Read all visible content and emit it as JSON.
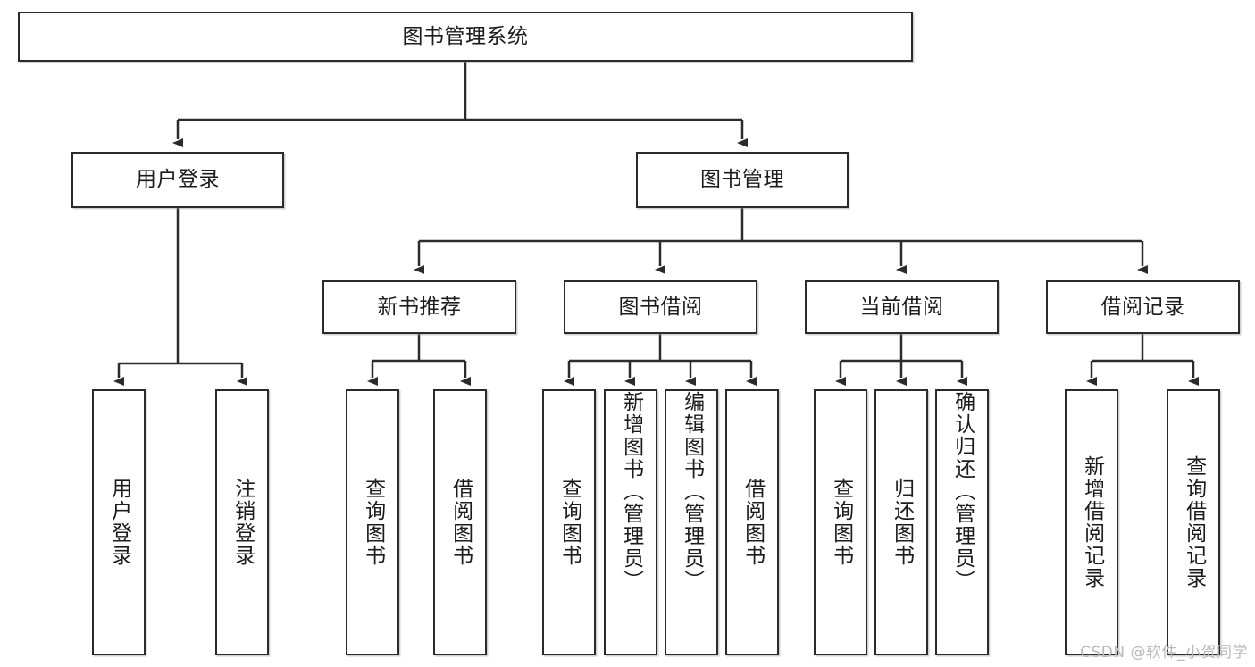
{
  "diagram": {
    "title": "图书管理系统",
    "watermark": "CSDN @软件_小贺同学",
    "colors": {
      "background": "#ffffff",
      "border": "#2b2b2b",
      "text": "#1c1c1c",
      "connector": "#2b2b2b",
      "watermark": "#b9b9b9"
    },
    "root": {
      "label": "图书管理系统"
    },
    "level2": [
      {
        "label": "用户登录"
      },
      {
        "label": "图书管理"
      }
    ],
    "level3": [
      {
        "label": "新书推荐"
      },
      {
        "label": "图书借阅"
      },
      {
        "label": "当前借阅"
      },
      {
        "label": "借阅记录"
      }
    ],
    "leaves": {
      "user_login": [
        {
          "label": "用户登录"
        },
        {
          "label": "注销登录"
        }
      ],
      "new_book_recommend": [
        {
          "label": "查询图书"
        },
        {
          "label": "借阅图书"
        }
      ],
      "book_borrow": [
        {
          "label": "查询图书"
        },
        {
          "label": "新增图书（管理员）"
        },
        {
          "label": "编辑图书（管理员）"
        },
        {
          "label": "借阅图书"
        }
      ],
      "current_borrow": [
        {
          "label": "查询图书"
        },
        {
          "label": "归还图书"
        },
        {
          "label": "确认归还（管理员）"
        }
      ],
      "borrow_record": [
        {
          "label": "新增借阅记录"
        },
        {
          "label": "查询借阅记录"
        }
      ]
    }
  }
}
